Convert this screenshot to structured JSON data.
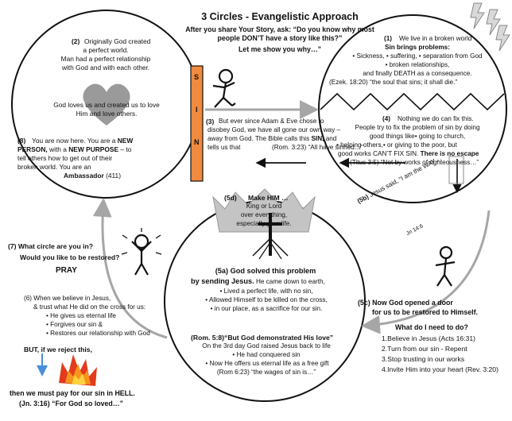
{
  "header": {
    "title": "3 Circles - Evangelistic Approach",
    "line1": "After you share Your Story, ask: “Do you know why most",
    "line2": "people DON’T have a story like this?”",
    "line3": "Let me show you why…”"
  },
  "sin_bar": {
    "letters": [
      "S",
      "I",
      "N"
    ],
    "color": "#f08a3e"
  },
  "circle_left": {
    "num": "(2)",
    "l1": "Originally God created",
    "l2": "a perfect world.",
    "l3": "Man had a perfect relationship",
    "l4": "with God and with each other.",
    "heart1": "God loves us and created us to love",
    "heart2": "Him and love others.",
    "p8_num": "(8)",
    "p8_l1a": "You are now here. You are a",
    "p8_l1b": "NEW",
    "p8_l2a": "PERSON,",
    "p8_l2b": "with a",
    "p8_l2c": "NEW PURPOSE",
    "p8_l2d": "– to",
    "p8_l3": "tell others how to get out of their",
    "p8_l4": "broken world. You are an",
    "p8_l5a": "Ambassador",
    "p8_l5b": "(411)"
  },
  "circle_right": {
    "num1": "(1)",
    "l1": "We live in a broken world",
    "l2": "Sin brings problems:",
    "l3": "• Sickness, • suffering, • separation from God",
    "l4": "• broken relationships,",
    "l5": "and finally DEATH as a consequence.",
    "l6": "(Ezek. 18:20) “the soul that sins; it shall die.”",
    "num4": "(4)",
    "l7": "Nothing we do can fix this.",
    "l8": "People try to fix the problem of sin by doing",
    "l9": "good things like• going to church,",
    "l10": "• helping others,• or giving to the poor, but",
    "l11a": "good works CAN’T FIX SIN.",
    "l11b": "There is no escape",
    "l12": "(Titus 3:5) “Not by works of righteousness…”"
  },
  "middle": {
    "num3": "(3)",
    "l1": "But ever since Adam & Eve chose to",
    "l2": "disobey God, we have all gone our own way –",
    "l3a": "away from God. The Bible calls this",
    "l3b": "SIN,",
    "l3c": "and",
    "l4": "tells us that",
    "l4b": "(Rom. 3:23) “All have sinned…”"
  },
  "crown": {
    "num": "(5d)",
    "title": "Make HIM …",
    "l1": "King or Lord",
    "l2": "over everything,",
    "l3": "especially your life."
  },
  "circle_bottom": {
    "title1": "(5a) God solved this problem",
    "title2a": "by sending Jesus.",
    "title2b": "He came down to earth,",
    "l1": "• Lived a perfect life, with no sin,",
    "l2": "• Allowed Himself to be killed on the cross,",
    "l3": "• in our place, as a sacrifice for our sin.",
    "verse": "(Rom. 5:8)“But God demonstrated His love”",
    "l4": "On the 3rd day God raised Jesus back to life",
    "l5": "• He had conquered sin",
    "l6": "• Now He offers us eternal life as a free gift",
    "l7": "(Rom 6:23) “the wages of sin is…”"
  },
  "way": {
    "num": "(5b)",
    "text": "Jesus said, “I am the WAY…",
    "ref": "Jn 14:6"
  },
  "door": {
    "l1": "(5c) Now God opened a door",
    "l2": "for us to be restored to Himself.",
    "q": "What do I need to do?",
    "steps": [
      "1.Believe in Jesus (Acts 16:31)",
      "2.Turn from our sin - Repent",
      "3.Stop trusting in our works",
      "4.Invite Him into your heart (Rev. 3:20)"
    ]
  },
  "left_side": {
    "q1": "(7) What circle are you in?",
    "q2": "Would you like to be restored?",
    "pray": "PRAY",
    "p6_1": "(6) When we believe in Jesus,",
    "p6_2": "& trust what He did on the cross for us:",
    "p6_3": "• He gives us eternal life",
    "p6_4": "• Forgives our sin &",
    "p6_5": "• Restores our relationship with God",
    "reject": "BUT, if we reject this,",
    "hell": "then we must pay for our sin in HELL.",
    "jn": "(Jn. 3:16) “For God so loved…”"
  },
  "colors": {
    "arrow": "#a6a6a6",
    "heart": "#9a9a9a",
    "crown": "#b3b3b3",
    "sky": "#4a8fd8",
    "fire_red": "#e33b1c",
    "fire_orange": "#f7941d",
    "fire_yellow": "#ffd23f"
  }
}
